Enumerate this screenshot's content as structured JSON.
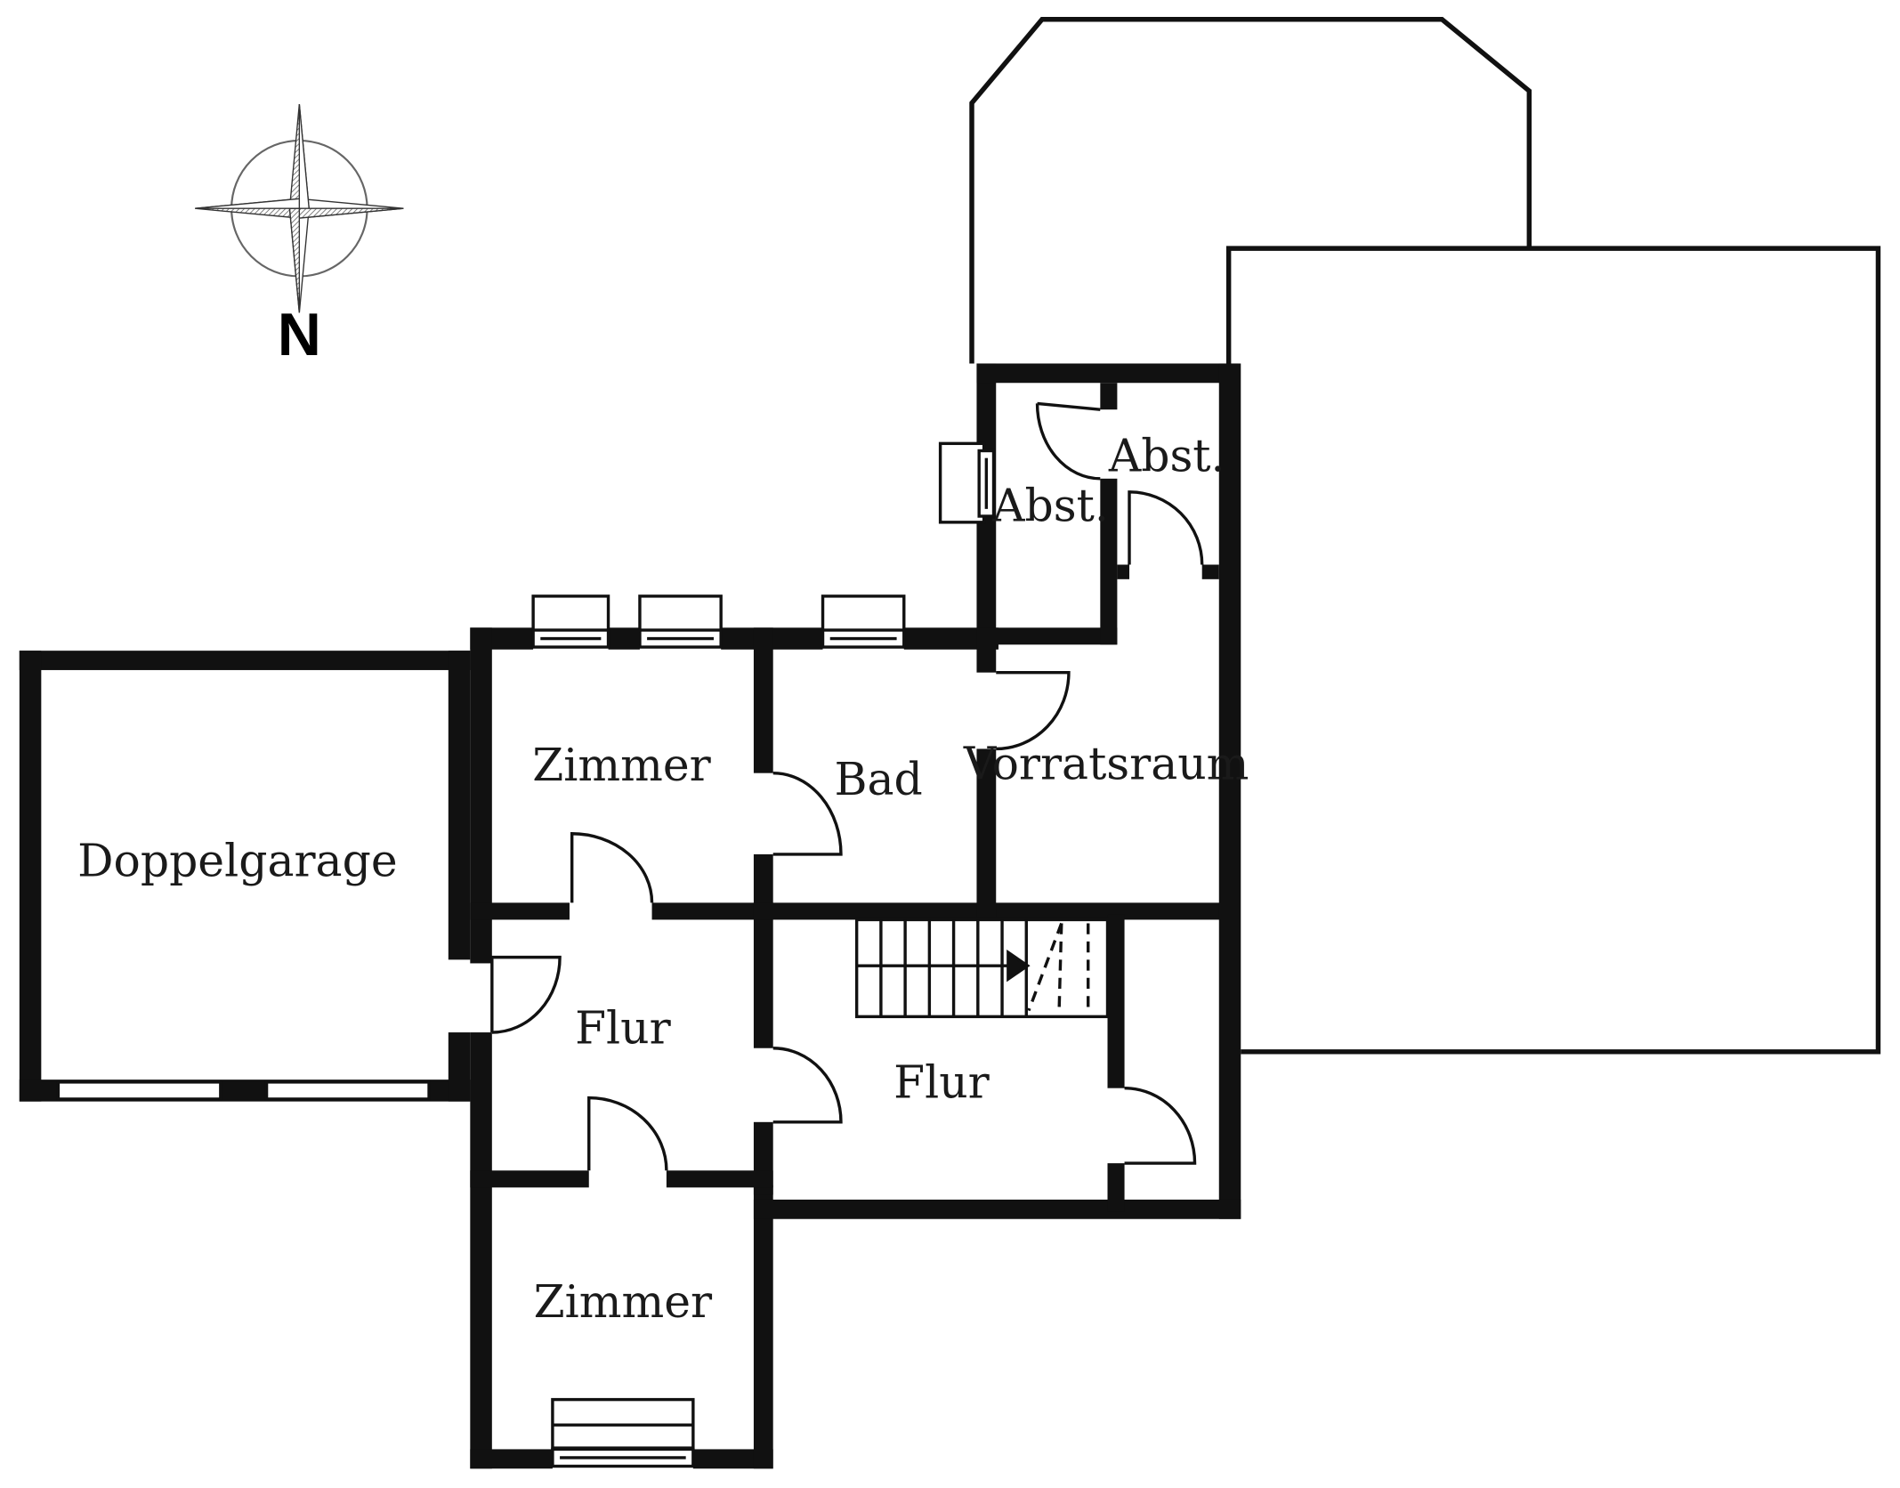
{
  "compass": {
    "label": "N"
  },
  "rooms": {
    "garage": "Doppelgarage",
    "zimmer_top": "Zimmer",
    "bad": "Bad",
    "abst_left": "Abst.",
    "abst_right": "Abst.",
    "vorrat": "Vorratsraum",
    "flur_left": "Flur",
    "flur_right": "Flur",
    "zimmer_bottom": "Zimmer"
  },
  "colors": {
    "wall": "#111111",
    "line": "#111111",
    "hatch": "#8a8a8a"
  }
}
